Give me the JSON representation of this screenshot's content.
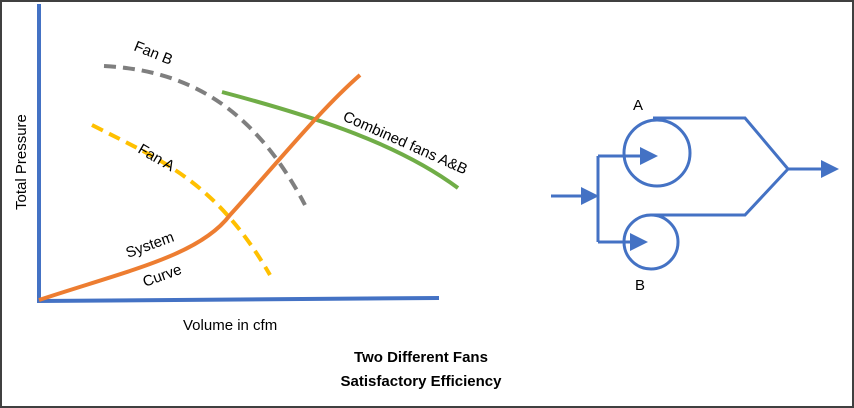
{
  "labels": {
    "y_axis": "Total Pressure",
    "x_axis": "Volume in cfm",
    "fan_b": "Fan B",
    "fan_a": "Fan A",
    "combined": "Combined fans A&B",
    "system_1": "System",
    "system_2": "Curve",
    "title_1": "Two Different Fans",
    "title_2": "Satisfactory Efficiency",
    "node_a": "A",
    "node_b": "B"
  },
  "colors": {
    "axis": "#4472c4",
    "fan_a": "#ffc000",
    "fan_b": "#7f7f7f",
    "combined": "#70ad47",
    "system": "#ed7d31",
    "schematic": "#4472c4",
    "border": "#404040"
  }
}
